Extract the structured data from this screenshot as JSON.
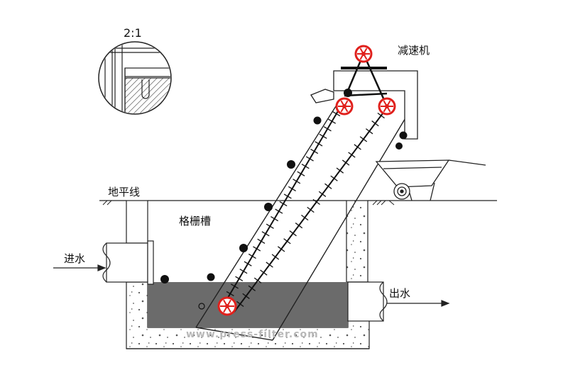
{
  "labels": {
    "scale": "2:1",
    "reducer": "减速机",
    "ground_level": "地平线",
    "screen_channel": "格栅槽",
    "water_inlet": "进水",
    "water_outlet": "出水"
  },
  "watermark": "www.press-filter.com",
  "colors": {
    "line": "#222222",
    "water": "#6b6b6b",
    "sprocket": "#e0201c",
    "concrete": "#ffffff"
  }
}
